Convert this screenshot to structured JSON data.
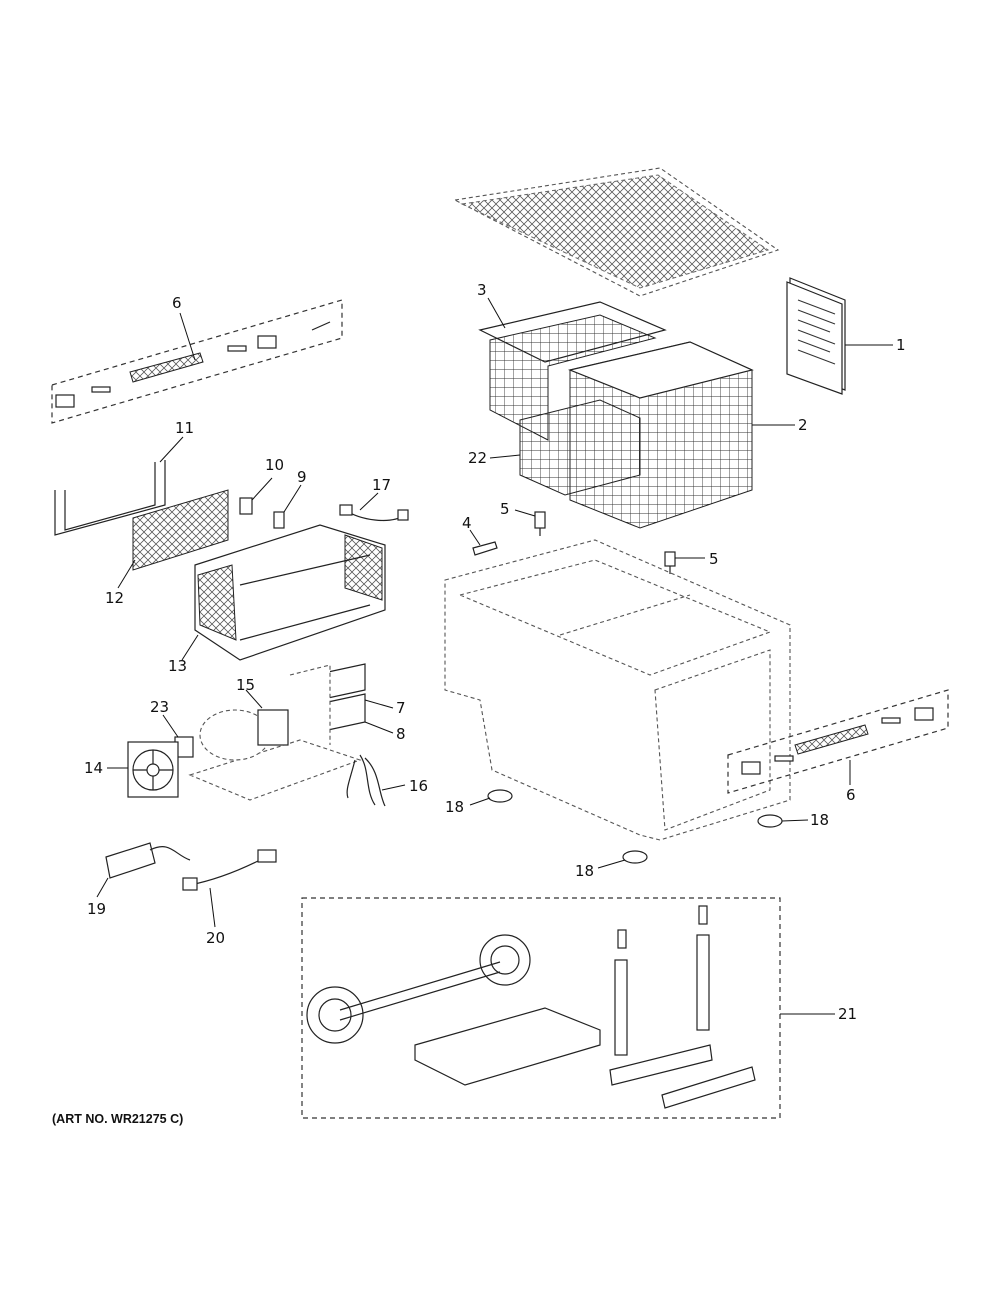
{
  "art_number": "(ART NO. WR21275 C)",
  "callouts": [
    "1",
    "2",
    "3",
    "4",
    "5",
    "5",
    "6",
    "6",
    "7",
    "8",
    "9",
    "10",
    "11",
    "12",
    "13",
    "14",
    "15",
    "16",
    "17",
    "18",
    "18",
    "18",
    "19",
    "20",
    "21",
    "22",
    "23"
  ]
}
